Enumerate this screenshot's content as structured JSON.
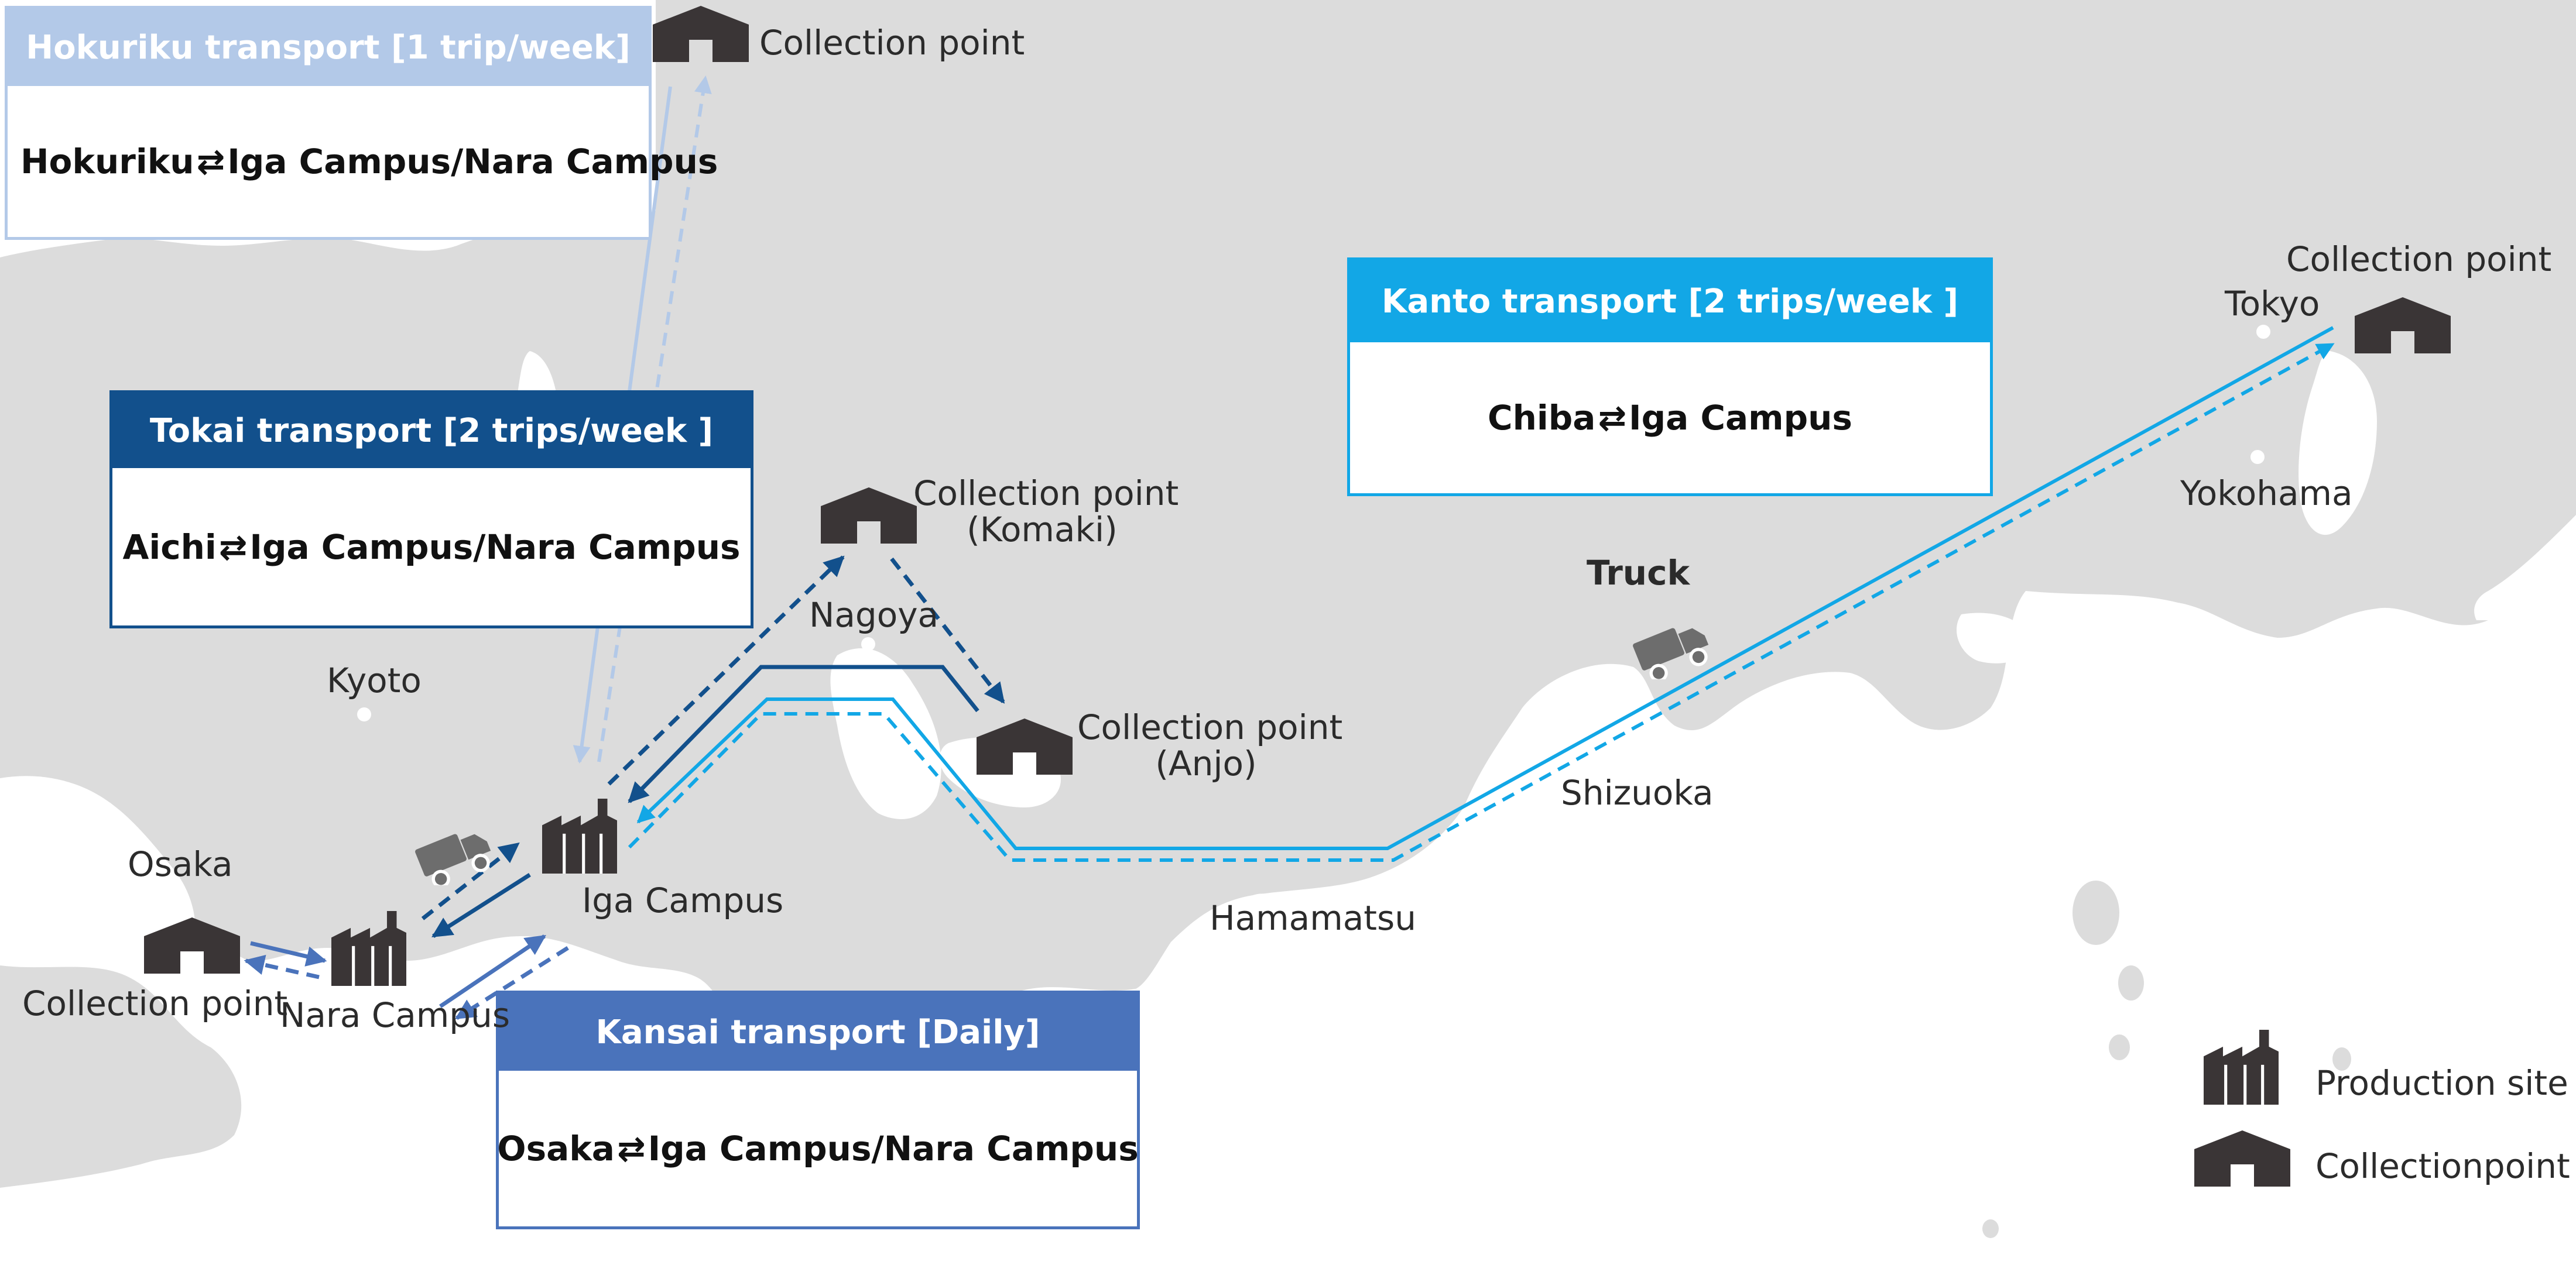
{
  "transport_boxes": {
    "hokuriku": {
      "header": "Hokuriku transport [1 trip/week]",
      "from": "Hokuriku",
      "to": "Iga Campus/Nara Campus",
      "color": "#b3c9e8"
    },
    "tokai": {
      "header": "Tokai transport [2 trips/week ]",
      "from": "Aichi",
      "to": "Iga Campus/Nara Campus",
      "color": "#12508c"
    },
    "kanto": {
      "header": "Kanto transport [2 trips/week ]",
      "from": "Chiba",
      "to": "Iga Campus",
      "color": "#12a7e6"
    },
    "kansai": {
      "header": "Kansai transport [Daily]",
      "from": "Osaka",
      "to": "Iga Campus/Nara Campus",
      "color": "#4a73bb"
    }
  },
  "bidirectional_symbol": "⇄",
  "places": {
    "hokuriku_collection": "Collection point",
    "komaki_collection_1": "Collection point",
    "komaki_collection_2": "(Komaki)",
    "anjo_collection_1": "Collection point",
    "anjo_collection_2": "(Anjo)",
    "tokyo_collection": "Collection point",
    "osaka_collection": "Collection point",
    "nagoya": "Nagoya",
    "kyoto": "Kyoto",
    "osaka": "Osaka",
    "iga_campus": "Iga Campus",
    "nara_campus": "Nara Campus",
    "hamamatsu": "Hamamatsu",
    "shizuoka": "Shizuoka",
    "tokyo": "Tokyo",
    "yokohama": "Yokohama",
    "truck": "Truck"
  },
  "legend": {
    "production_site": "Production site",
    "collection_point": "Collectionpoint"
  },
  "icons": {
    "factory": "factory-icon",
    "warehouse": "warehouse-icon",
    "truck": "truck-icon"
  },
  "colors": {
    "land": "#dcdcdc",
    "sea": "#ffffff",
    "icon": "#3a3536",
    "kansai_route": "#4a73bb",
    "tokai_route": "#12508c",
    "kanto_route": "#12a7e6",
    "hokuriku_route": "#b3c9e8"
  }
}
